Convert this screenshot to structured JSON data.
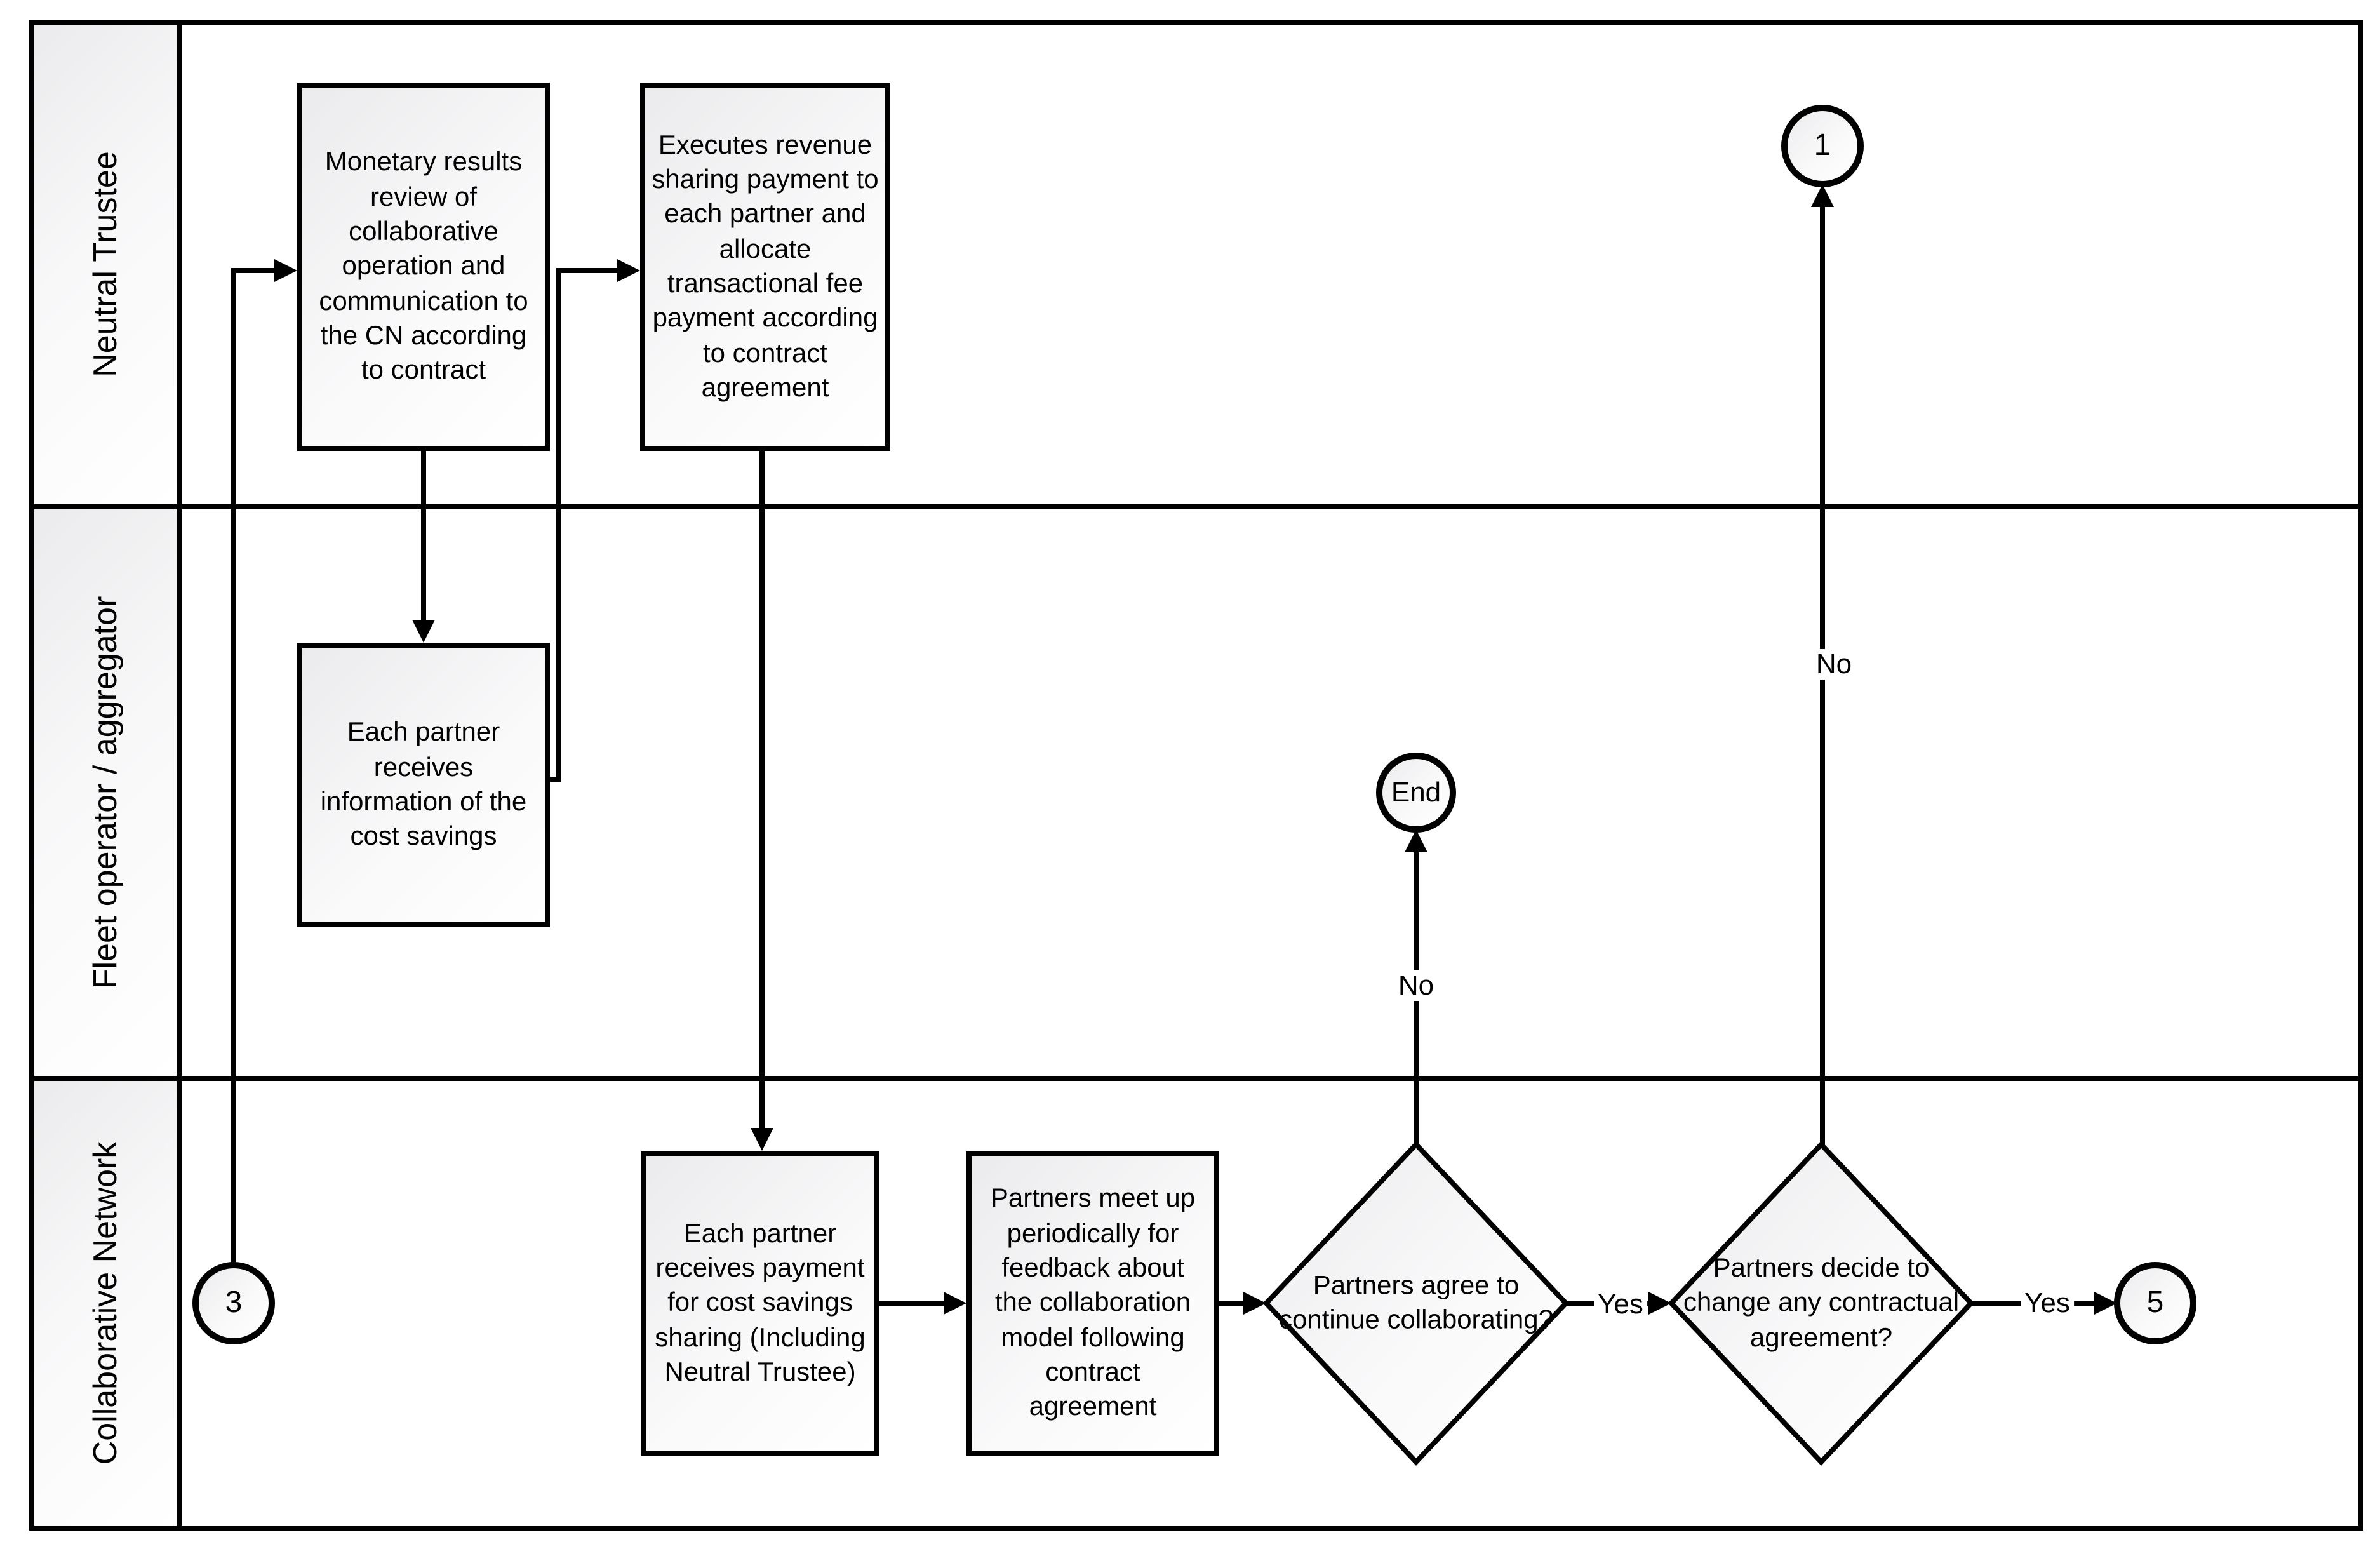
{
  "diagram": {
    "type": "swimlane-flowchart",
    "colors": {
      "stroke": "#000000",
      "shape_fill_start": "#ebebed",
      "shape_fill_end": "#ffffff",
      "background": "#ffffff",
      "text": "#000000"
    }
  },
  "lanes": [
    {
      "label": "Neutral Trustee"
    },
    {
      "label": "Fleet operator / aggregator"
    },
    {
      "label": "Collaborative Network"
    }
  ],
  "nodes": {
    "monetary_review": {
      "text": "Monetary results review of collaborative operation and communication to the CN according to contract"
    },
    "execute_revenue_sharing": {
      "text": "Executes revenue sharing payment to each partner and allocate transactional fee payment according to contract agreement"
    },
    "receive_cost_savings_info": {
      "text": "Each partner receives information of the cost savings"
    },
    "receive_payment": {
      "text": "Each partner receives payment for cost savings sharing (Including Neutral Trustee)"
    },
    "partners_meetup": {
      "text": "Partners meet up periodically for feedback about the collaboration model following contract agreement"
    },
    "decision_continue": {
      "text": "Partners agree to continue collaborating?"
    },
    "decision_change": {
      "text": "Partners decide to change any contractual agreement?"
    },
    "connector_3": {
      "label": "3"
    },
    "connector_1": {
      "label": "1"
    },
    "connector_5": {
      "label": "5"
    },
    "end_event": {
      "label": "End"
    }
  },
  "edge_labels": {
    "no_to_end": "No",
    "no_to_connector_1": "No",
    "yes_to_decision_change": "Yes",
    "yes_to_connector_5": "Yes"
  }
}
